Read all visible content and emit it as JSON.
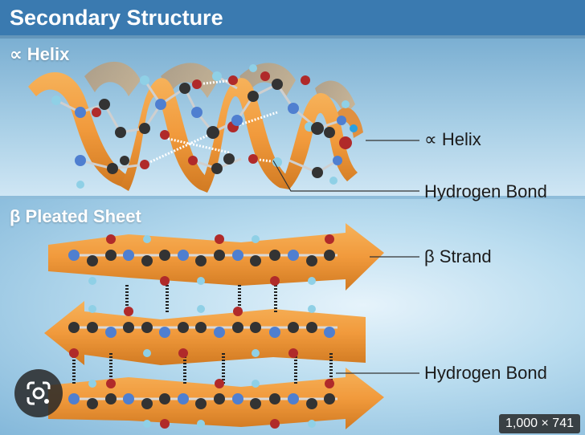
{
  "header": {
    "title": "Secondary Structure"
  },
  "helix": {
    "section_title": "∝ Helix",
    "label_helix": "∝ Helix",
    "label_bond": "Hydrogen Bond"
  },
  "sheet": {
    "section_title": "β Pleated Sheet",
    "label_strand": "β Strand",
    "label_bond": "Hydrogen Bond"
  },
  "image_dims": "1,000 × 741",
  "colors": {
    "ribbon": "#f19a3c",
    "ribbon_dark": "#c76d1c",
    "carbon": "#333333",
    "oxygen": "#b02a2a",
    "nitrogen": "#4f7fd0",
    "hydrogen": "#8fd0e6"
  },
  "icons": {
    "lens": "google-lens-icon"
  }
}
